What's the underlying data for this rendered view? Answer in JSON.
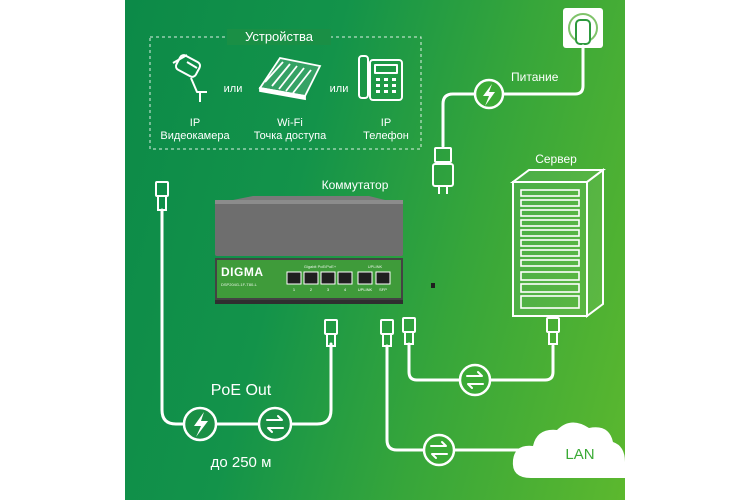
{
  "devices": {
    "title": "Устройства",
    "or_label": "или",
    "camera": {
      "line1": "IP",
      "line2": "Видеокамера",
      "icon": "ip-camera-icon"
    },
    "access_point": {
      "line1": "Wi-Fi",
      "line2": "Точка доступа",
      "icon": "wifi-access-point-icon"
    },
    "phone": {
      "line1": "IP",
      "line2": "Телефон",
      "icon": "ip-phone-icon"
    }
  },
  "power": {
    "label": "Питание",
    "icon": "lightning-icon"
  },
  "switch": {
    "label": "Коммутатор",
    "brand": "DIGMA",
    "model": "DSP204G-1F-T80-L",
    "poe_group_label": "Gigabit PoE/PoE+",
    "uplink_group_label": "UPLINK",
    "port_labels": [
      "1",
      "2",
      "3",
      "4",
      "UPLINK",
      "SFP"
    ]
  },
  "server": {
    "label": "Сервер"
  },
  "poe": {
    "label": "PoE Out",
    "distance": "до 250 м"
  },
  "lan": {
    "label": "LAN"
  },
  "colors": {
    "accent_green": "#3aaa35",
    "background_dark": "#0c8a48",
    "background_light": "#5cb82e"
  }
}
